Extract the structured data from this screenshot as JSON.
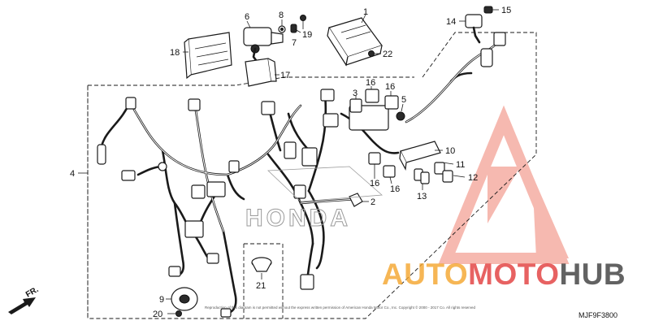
{
  "diagram": {
    "part_numbers": [
      "1",
      "2",
      "3",
      "4",
      "5",
      "6",
      "7",
      "8",
      "9",
      "10",
      "11",
      "12",
      "13",
      "14",
      "15",
      "16",
      "16",
      "16",
      "16",
      "17",
      "18",
      "19",
      "20",
      "21",
      "22"
    ],
    "front_direction_label": "FR.",
    "drawing_code": "MJF9F3800",
    "manufacturer_stamp": "HONDA",
    "copyright_notice": "Reproduction of this diagram is not permitted without the express written permission of American Honda Motor Co., Inc. Copyright © 2000 - 2017 Co. All rights reserved"
  },
  "watermark": {
    "text_auto": "AUTO",
    "text_moto": "MOTO",
    "text_hub": "HUB",
    "color_orange": "#f4a52b",
    "color_red": "#e23b3b",
    "color_dark": "#3b3b3b"
  }
}
